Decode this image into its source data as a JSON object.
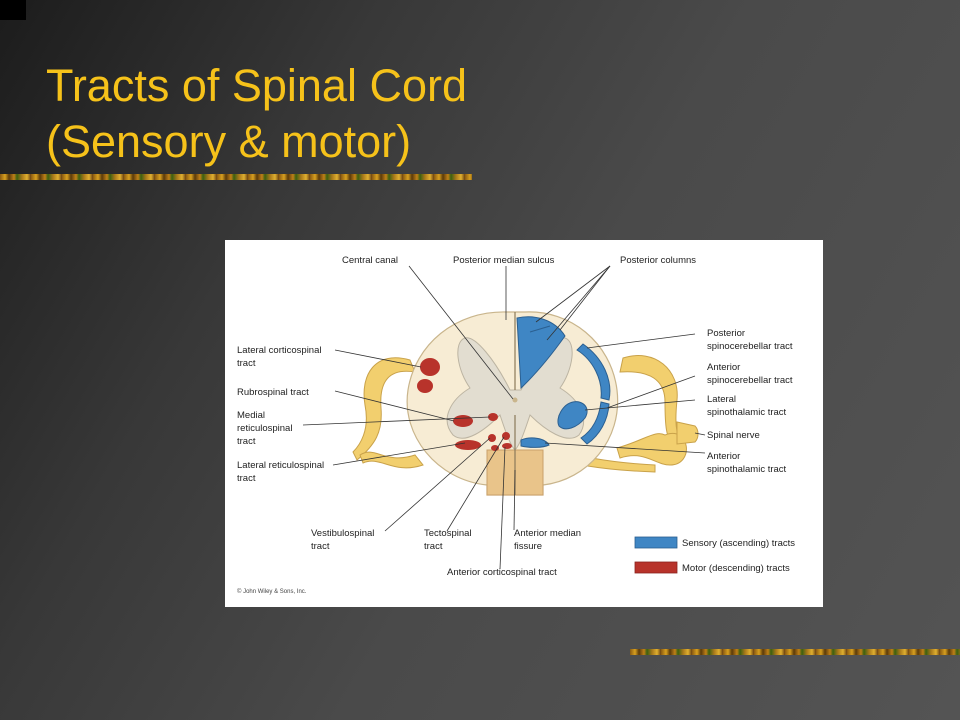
{
  "slide": {
    "title_line1": "Tracts of Spinal Cord",
    "title_line2": "(Sensory & motor)"
  },
  "diagram": {
    "labels": {
      "central_canal": "Central canal",
      "posterior_median_sulcus": "Posterior median sulcus",
      "posterior_columns": "Posterior columns",
      "lateral_corticospinal_1": "Lateral corticospinal",
      "lateral_corticospinal_2": "tract",
      "rubrospinal": "Rubrospinal tract",
      "medial_reticulospinal_1": "Medial",
      "medial_reticulospinal_2": "reticulospinal",
      "medial_reticulospinal_3": "tract",
      "lateral_reticulospinal_1": "Lateral reticulospinal",
      "lateral_reticulospinal_2": "tract",
      "vestibulospinal_1": "Vestibulospinal",
      "vestibulospinal_2": "tract",
      "tectospinal_1": "Tectospinal",
      "tectospinal_2": "tract",
      "anterior_median_fissure_1": "Anterior median",
      "anterior_median_fissure_2": "fissure",
      "anterior_corticospinal": "Anterior corticospinal tract",
      "posterior_spinocerebellar_1": "Posterior",
      "posterior_spinocerebellar_2": "spinocerebellar tract",
      "anterior_spinocerebellar_1": "Anterior",
      "anterior_spinocerebellar_2": "spinocerebellar tract",
      "lateral_spinothalamic_1": "Lateral",
      "lateral_spinothalamic_2": "spinothalamic tract",
      "spinal_nerve": "Spinal nerve",
      "anterior_spinothalamic_1": "Anterior",
      "anterior_spinothalamic_2": "spinothalamic tract"
    },
    "legend": {
      "sensory": "Sensory (ascending) tracts",
      "motor": "Motor (descending) tracts"
    },
    "copyright": "© John Wiley & Sons, Inc.",
    "colors": {
      "sensory": "#3f86c4",
      "motor": "#b8332b",
      "white_matter": "#f7ecd4",
      "gray_matter": "#e2ddd0",
      "nerve": "#f2cf6e",
      "title": "#f6c21a"
    }
  }
}
